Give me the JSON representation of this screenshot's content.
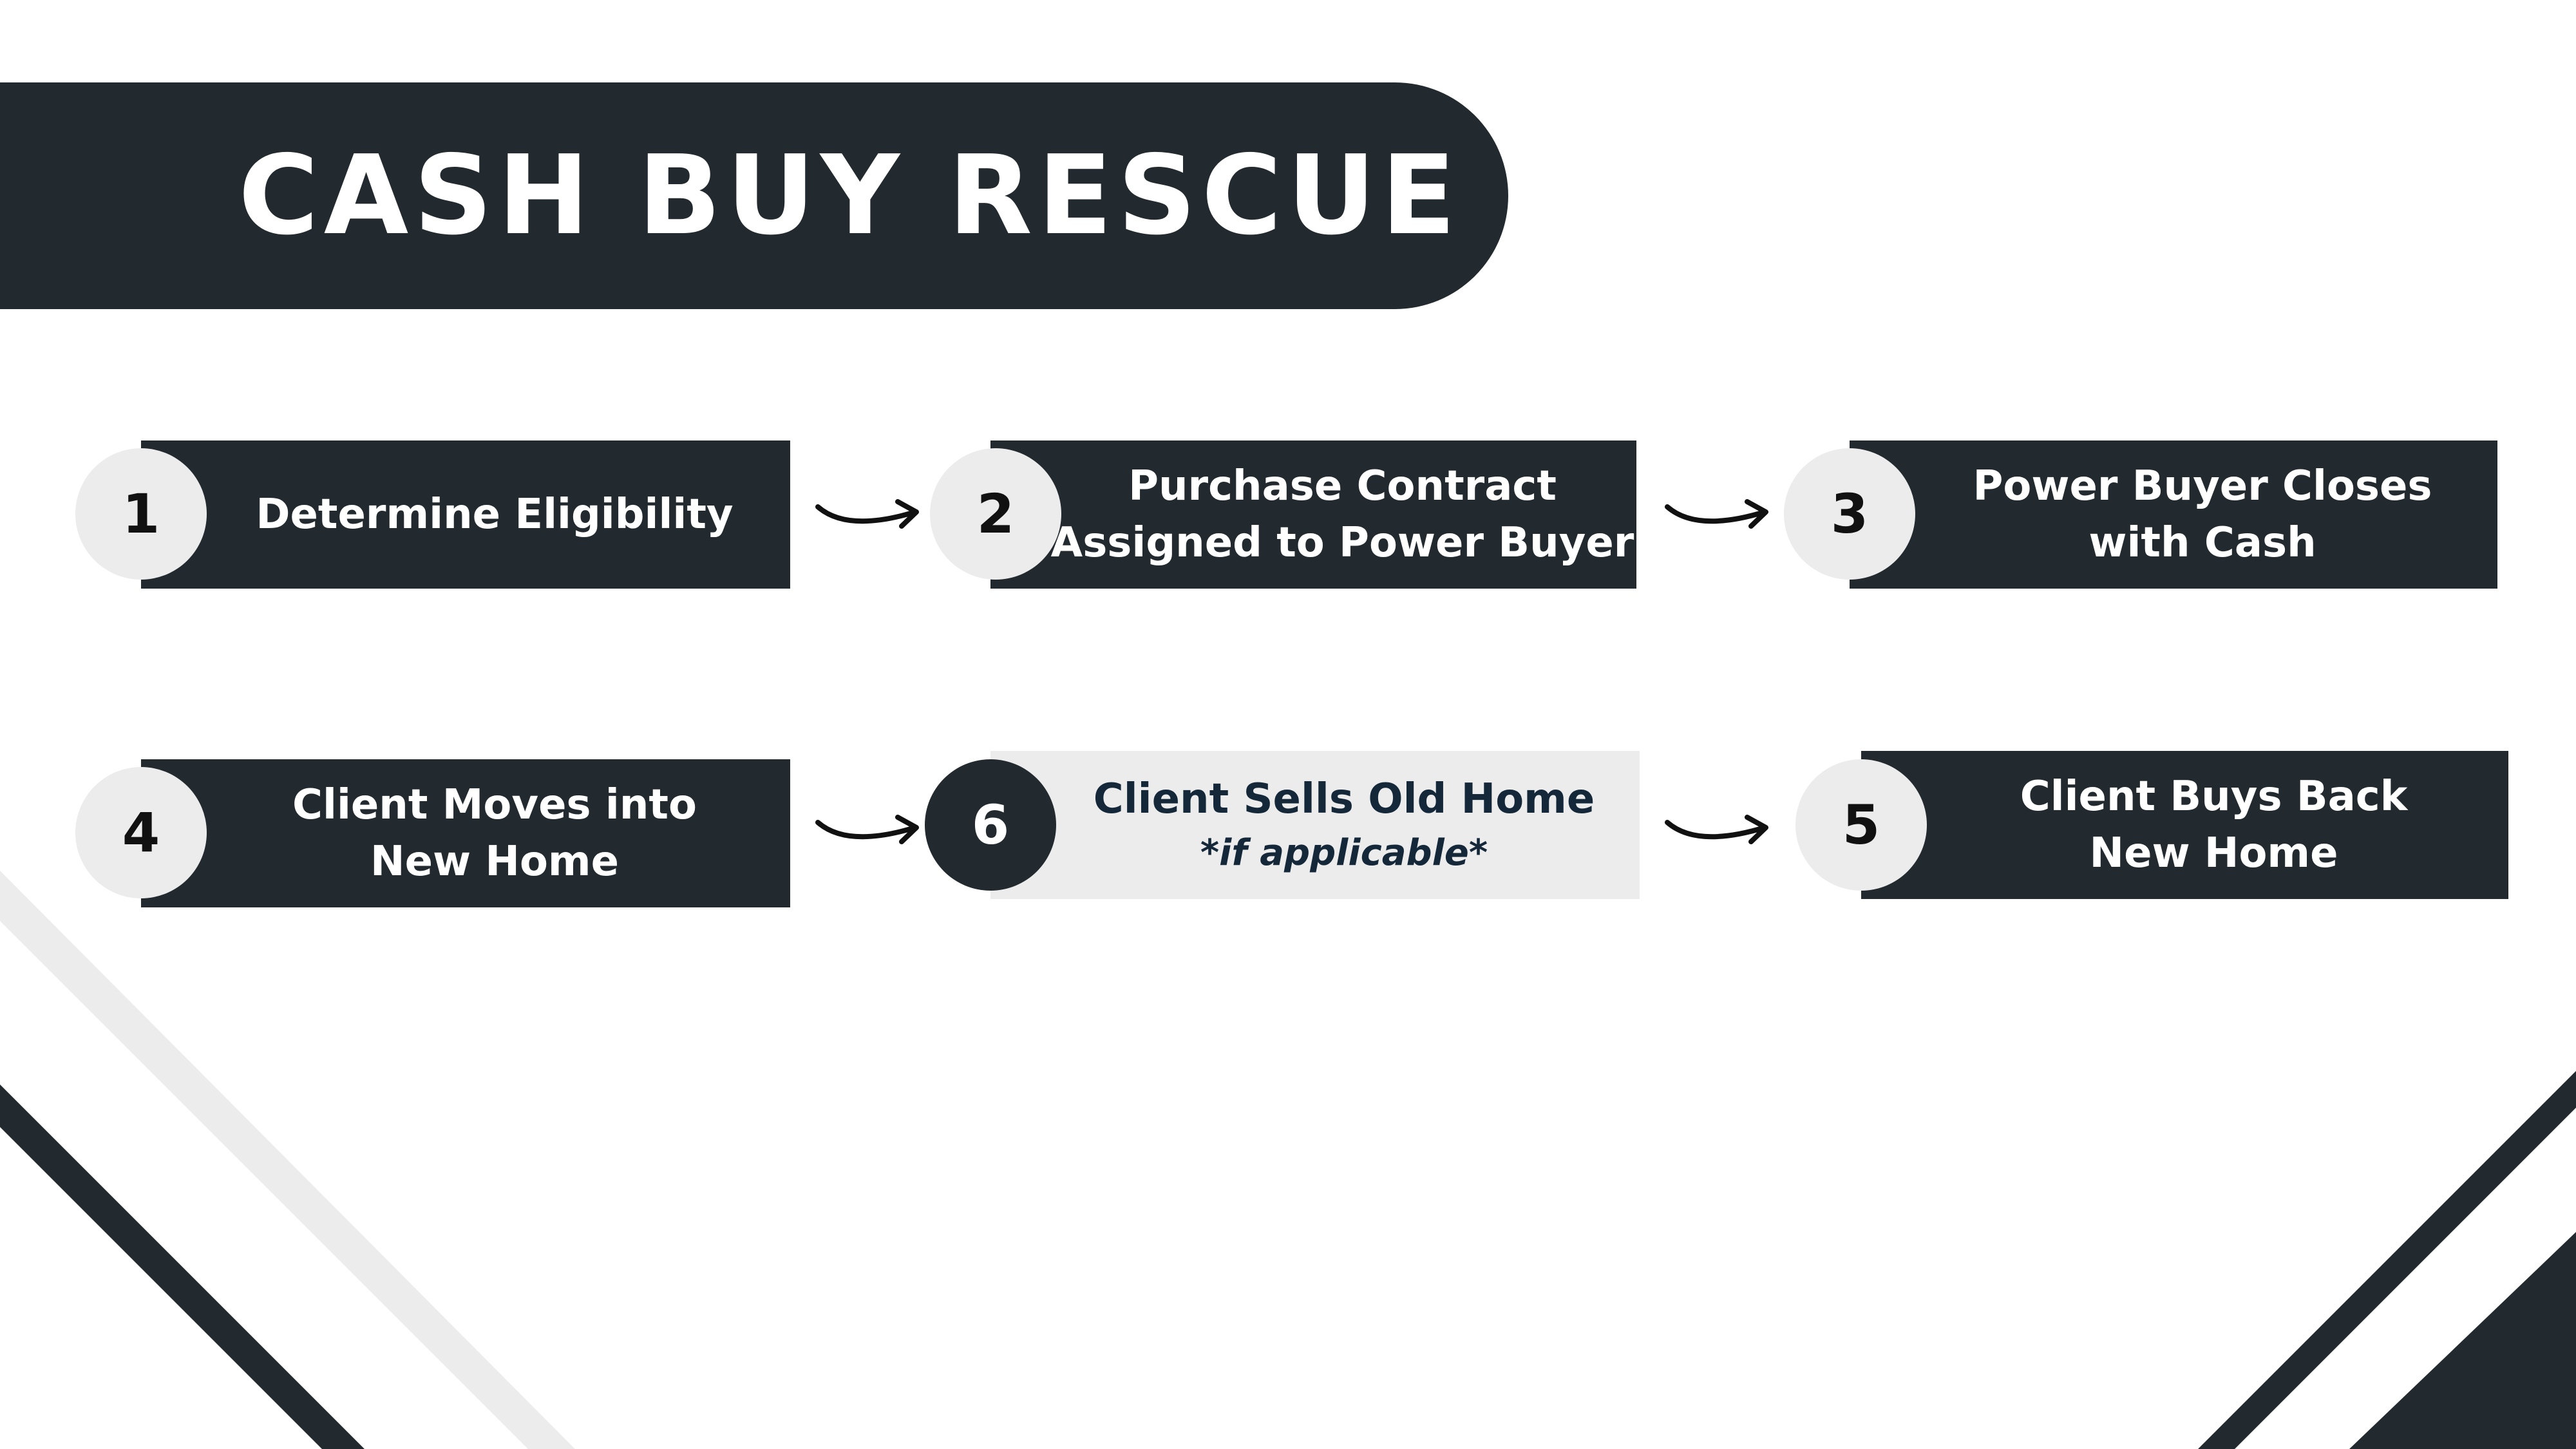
{
  "title": "CASH BUY RESCUE",
  "colors": {
    "dark": "#222a30",
    "light": "#ececec"
  },
  "steps": [
    {
      "number": "1",
      "lines": [
        "Determine Eligibility"
      ]
    },
    {
      "number": "2",
      "lines": [
        "Purchase Contract",
        "Assigned to Power Buyer"
      ]
    },
    {
      "number": "3",
      "lines": [
        "Power Buyer Closes",
        "with Cash"
      ]
    },
    {
      "number": "4",
      "lines": [
        "Client Moves into",
        "New Home"
      ]
    },
    {
      "number": "6",
      "lines": [
        "Client Sells Old Home"
      ],
      "note": "*if applicable*"
    },
    {
      "number": "5",
      "lines": [
        "Client Buys Back",
        "New Home"
      ]
    }
  ]
}
